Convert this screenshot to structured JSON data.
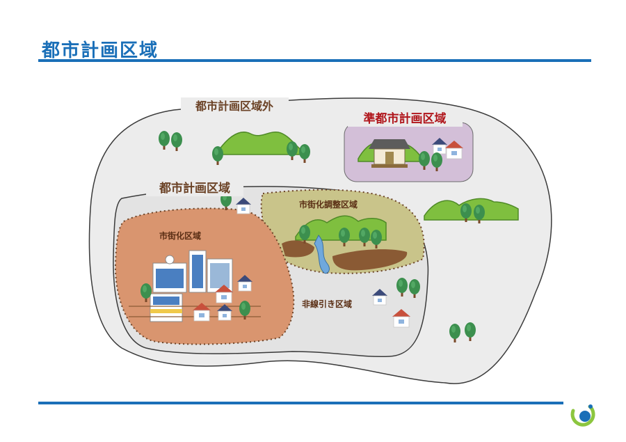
{
  "title": "都市計画区域",
  "labels": {
    "outside": "都市計画区域外",
    "quasi": "準都市計画区域",
    "area": "都市計画区域",
    "urbanization": "市街化区域",
    "control": "市街化調整区域",
    "unzoned": "非線引き区域"
  },
  "colors": {
    "title_blue": "#1a6fb8",
    "quasi_label": "#b0151b",
    "area_label": "#6b4226",
    "urbanization_fill": "#d9956f",
    "control_fill": "#c9c48a",
    "quasi_fill": "#d3bfd8",
    "outer_fill": "#ececec"
  },
  "icons": [
    "tree-icon",
    "house-icon",
    "building-icon",
    "shrine-icon",
    "hill-icon",
    "river-icon",
    "logo-icon"
  ]
}
